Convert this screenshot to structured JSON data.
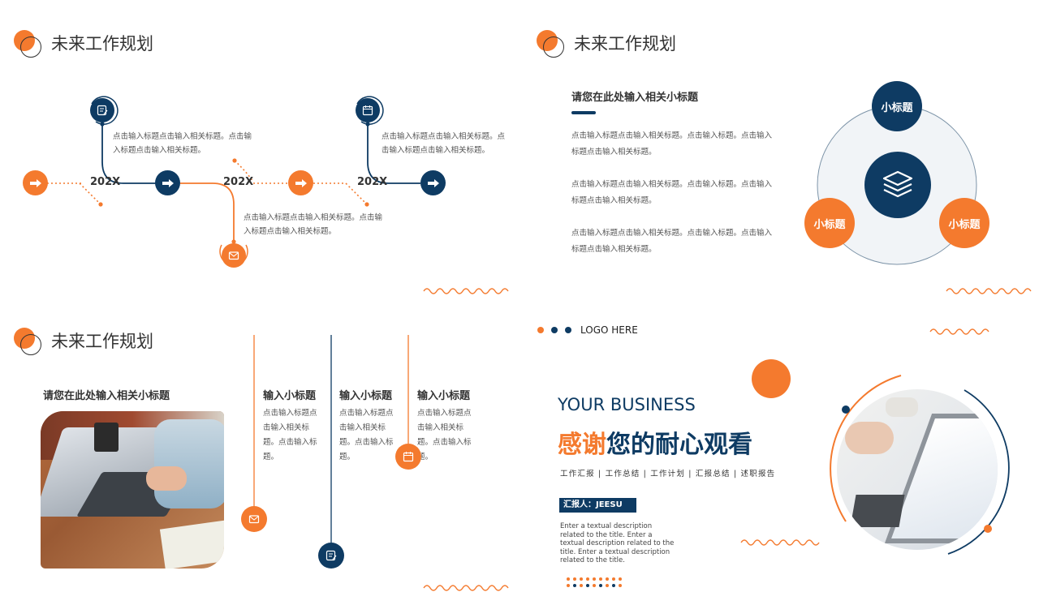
{
  "slide1": {
    "title": "未来工作规划",
    "year_labels": [
      "202X",
      "202X",
      "202X"
    ],
    "texts": [
      "点击输入标题点击输入相关标题。点击输入标题点击输入相关标题。",
      "点击输入标题点击输入相关标题。点击输入标题点击输入相关标题。",
      "点击输入标题点击输入相关标题。点击输入标题点击输入相关标题。"
    ]
  },
  "slide2": {
    "title": "未来工作规划",
    "subtitle": "请您在此处输入相关小标题",
    "paragraphs": [
      "点击输入标题点击输入相关标题。点击输入标题。点击输入标题点击输入相关标题。",
      "点击输入标题点击输入相关标题。点击输入标题。点击输入标题点击输入相关标题。",
      "点击输入标题点击输入相关标题。点击输入标题。点击输入标题点击输入相关标题。"
    ],
    "circle_labels": [
      "小标题",
      "小标题",
      "小标题"
    ]
  },
  "slide3": {
    "title": "未来工作规划",
    "subtitle": "请您在此处输入相关小标题",
    "columns": [
      {
        "title": "输入小标题",
        "text": "点击输入标题点击输入相关标题。点击输入标题。"
      },
      {
        "title": "输入小标题",
        "text": "点击输入标题点击输入相关标题。点击输入标题。"
      },
      {
        "title": "输入小标题",
        "text": "点击输入标题点击输入相关标题。点击输入标题。"
      }
    ]
  },
  "slide4": {
    "logo_text": "LOGO HERE",
    "business": "YOUR BUSINESS",
    "thanks_orange": "感谢",
    "thanks_navy": "您的耐心观看",
    "tags": "工作汇报 | 工作总结 | 工作计划 | 汇报总结 | 述职报告",
    "reporter": "汇报人：JEESU",
    "description": "Enter a textual description related to the title. Enter a textual description related to the title. Enter a textual description related to the title."
  },
  "colors": {
    "accent": "#f47a2e",
    "primary": "#0e3b63"
  },
  "icons": [
    "arrow-right-icon",
    "note-icon",
    "calendar-icon",
    "mail-icon",
    "layers-icon"
  ]
}
